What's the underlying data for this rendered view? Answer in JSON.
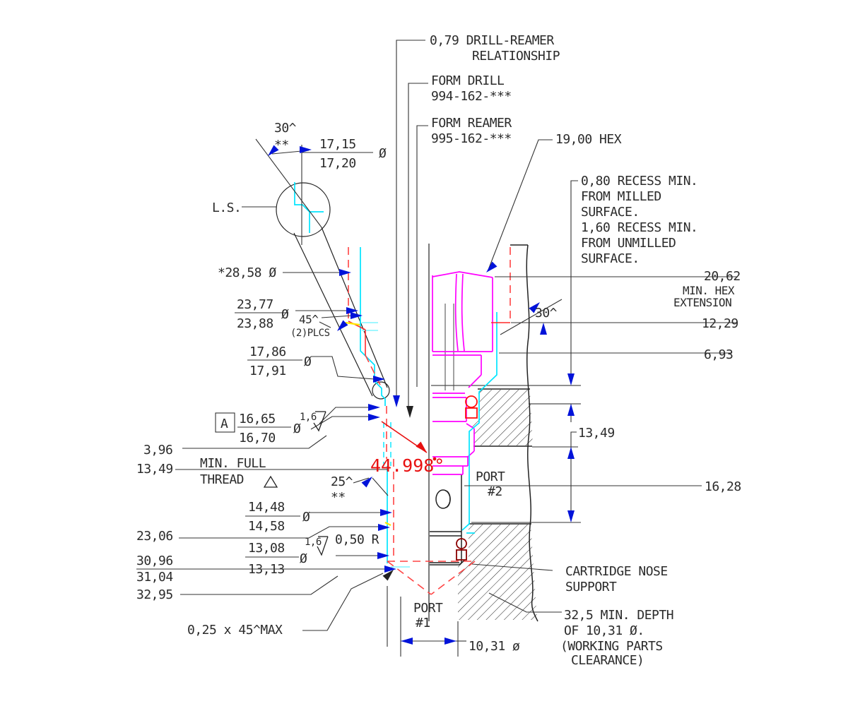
{
  "drawing_title": "Cartridge valve cavity / form tool section drawing",
  "colors": {
    "part_outline": "#ff00ff",
    "reamer_profile": "#00e5ff",
    "drill_profile": "#ff4444",
    "dimension_arrows": "#0013d9",
    "oring_upper": "#ff1010",
    "oring_lower": "#8b0000",
    "text": "#2b2b2b",
    "angle_highlight": "#e81010"
  },
  "callouts": {
    "drill_reamer": {
      "l1": "0,79 DRILL-REAMER",
      "l2": "RELATIONSHIP"
    },
    "form_drill": {
      "l1": "FORM DRILL",
      "l2": "994-162-***"
    },
    "form_reamer": {
      "l1": "FORM REAMER",
      "l2": "995-162-***"
    },
    "hex": "19,00 HEX",
    "recess": {
      "l1": "0,80 RECESS MIN.",
      "l2": "FROM MILLED",
      "l3": "SURFACE.",
      "l4": "1,60 RECESS MIN.",
      "l5": "FROM UNMILLED",
      "l6": "SURFACE."
    },
    "angle30_top": {
      "value": "30^",
      "note": "**"
    },
    "dia_17_15": {
      "upper": "17,15",
      "lower": "17,20",
      "sym": "Ø"
    },
    "ls": "L.S.",
    "dia_28_58": "*28,58 Ø",
    "dia_23_77": {
      "upper": "23,77",
      "lower": "23,88",
      "sym": "Ø"
    },
    "angle45": {
      "value": "45^",
      "note": "(2)PLCS"
    },
    "dia_17_86": {
      "upper": "17,86",
      "lower": "17,91",
      "sym": "Ø"
    },
    "datum": "A",
    "dia_16_65": {
      "upper": "16,65",
      "lower": "16,70",
      "sym": "Ø",
      "finish": "1,6"
    },
    "dim_3_96": "3,96",
    "dim_13_49_left": "13,49",
    "min_full_thread": {
      "l1": "MIN. FULL",
      "l2": "THREAD"
    },
    "angle_44_998": "44.998°",
    "angle25": {
      "value": "25^",
      "note": "**"
    },
    "dia_14_48": {
      "upper": "14,48",
      "lower": "14,58",
      "sym": "Ø"
    },
    "dim_23_06": "23,06",
    "radius_0_50": "0,50 R",
    "dia_13_08": {
      "upper": "13,08",
      "lower": "13,13",
      "sym": "Ø",
      "finish": "1,6"
    },
    "dim_30_96": {
      "upper": "30,96",
      "lower": "31,04"
    },
    "dim_32_95": "32,95",
    "chamfer": "0,25 x 45^MAX",
    "port1": {
      "l1": "PORT",
      "l2": "#1"
    },
    "port2": {
      "l1": "PORT",
      "l2": "#2"
    },
    "dia_10_31": "10,31 ø",
    "dim_20_62": {
      "value": "20,62",
      "l1": "MIN. HEX",
      "l2": "EXTENSION"
    },
    "dim_12_29": "12,29",
    "dim_6_93": "6,93",
    "angle30_right": "30^",
    "dim_13_49_right": "13,49",
    "dim_16_28": "16,28",
    "nose": {
      "l1": "CARTRIDGE NOSE",
      "l2": "SUPPORT"
    },
    "depth": {
      "l1": "32,5  MIN. DEPTH",
      "l2": "OF 10,31 Ø.",
      "l3": "(WORKING PARTS",
      "l4": "CLEARANCE)"
    }
  }
}
